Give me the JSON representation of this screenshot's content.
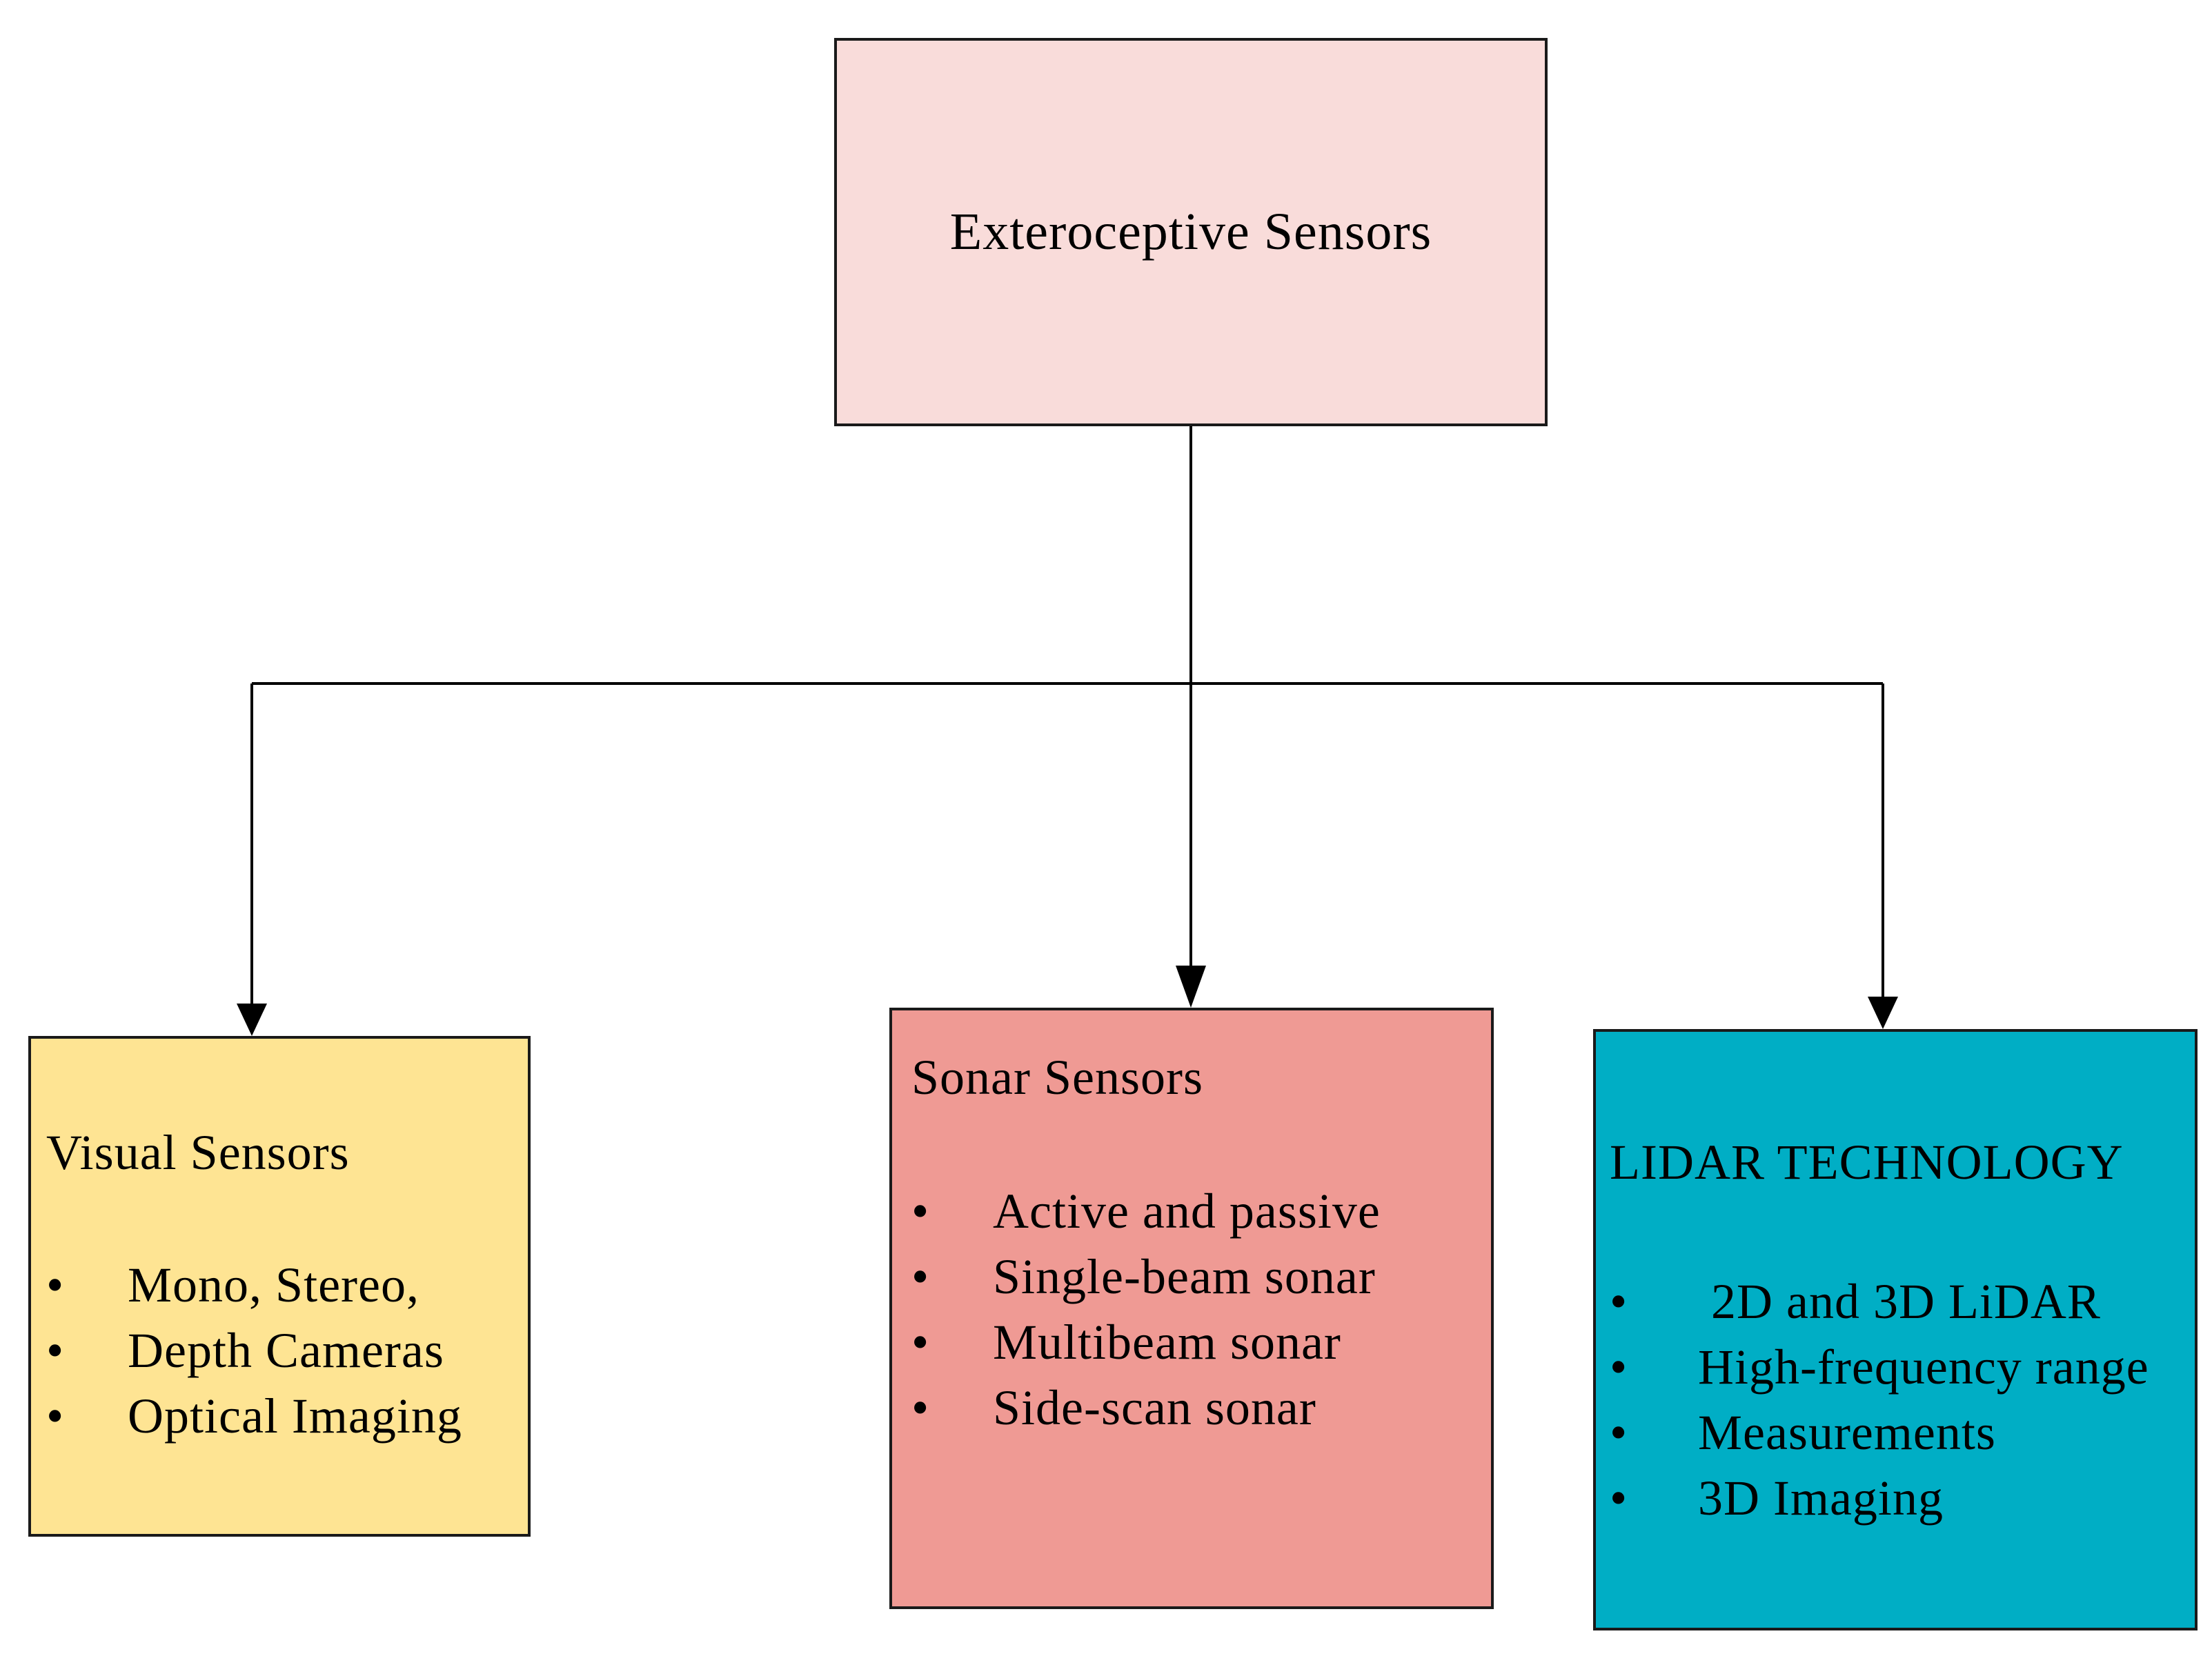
{
  "root": {
    "label": "Exteroceptive Sensors",
    "color": "#f9dcda"
  },
  "children": [
    {
      "title": "Visual Sensors",
      "color": "#fee493",
      "items": [
        "Mono, Stereo,",
        "Depth Cameras",
        "Optical Imaging"
      ]
    },
    {
      "title": "Sonar Sensors",
      "color": "#ef9a94",
      "items": [
        "Active and passive",
        "Single-beam sonar",
        "Multibeam sonar",
        "Side-scan sonar"
      ]
    },
    {
      "title": "LIDAR TECHNOLOGY",
      "color": "#00aec5",
      "items": [
        " 2D and 3D LiDAR",
        "High-frequency range",
        "Measurements",
        "3D Imaging"
      ]
    }
  ]
}
